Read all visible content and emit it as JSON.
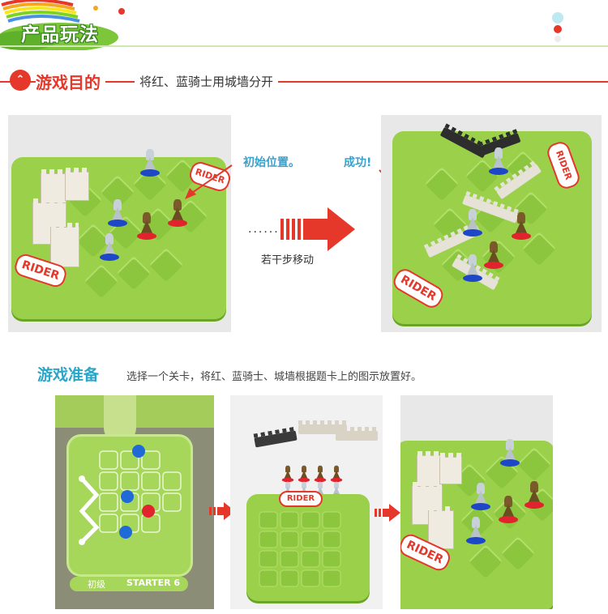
{
  "header": {
    "title": "产品玩法"
  },
  "section1": {
    "title": "游戏目的",
    "subtitle": "将红、蓝骑士用城墙分开",
    "callout_initial": "初始位置。",
    "callout_success": "成功!",
    "dots": "......",
    "move_caption": "若干步移动",
    "logo_text": "RIDER"
  },
  "section2": {
    "title": "游戏准备",
    "subtitle": "选择一个关卡，将红、蓝骑士、城墙根据题卡上的图示放置好。",
    "card_level": "初级",
    "card_label": "STARTER 6"
  },
  "colors": {
    "accent_red": "#e5372a",
    "accent_blue": "#2aa6c9",
    "board_green": "#9bd14a",
    "knight_blue": "#1e47c8",
    "knight_red": "#e0232d"
  }
}
